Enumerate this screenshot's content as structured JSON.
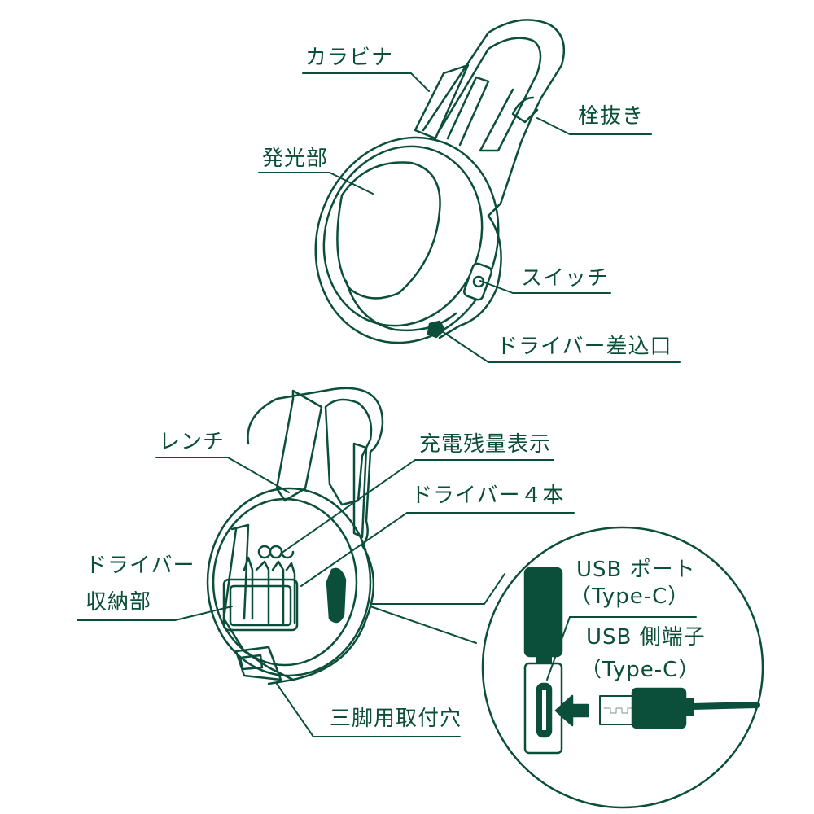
{
  "colors": {
    "ink": "#0b4f3a",
    "background": "#ffffff"
  },
  "labels": {
    "carabiner": "カラビナ",
    "bottle_opener": "栓抜き",
    "light": "発光部",
    "switch": "スイッチ",
    "driver_slot": "ドライバー差込口",
    "wrench": "レンチ",
    "battery_indicator": "充電残量表示",
    "drivers_4": "ドライバー４本",
    "driver_storage_line1": "ドライバー",
    "driver_storage_line2": "収納部",
    "tripod_mount": "三脚用取付穴"
  },
  "inset": {
    "usb_port_line1": "USB ポート",
    "usb_port_line2": "（Type-C）",
    "usb_side_line1": "USB 側端子",
    "usb_side_line2": "（Type-C）"
  }
}
